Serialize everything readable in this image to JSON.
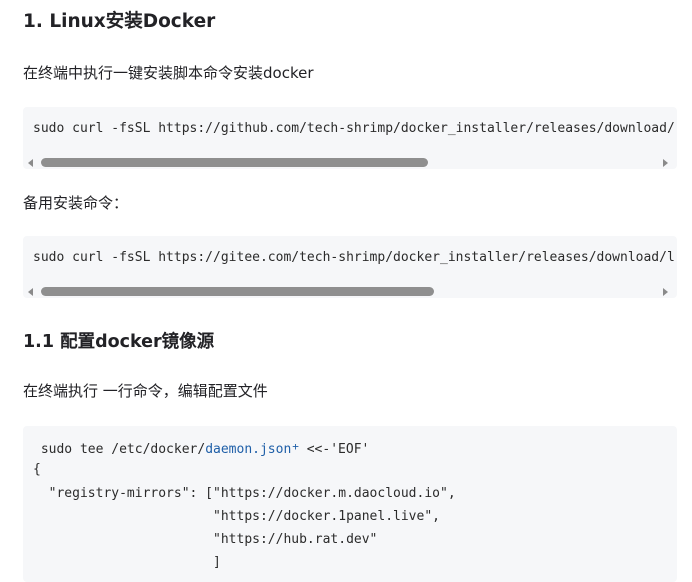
{
  "section1": {
    "heading": "1. Linux安装Docker",
    "intro": "在终端中执行一键安装脚本命令安装docker",
    "code1": "sudo curl -fsSL https://github.com/tech-shrimp/docker_installer/releases/download/",
    "code1_scroll": {
      "position": 0,
      "visible_fraction": 0.63
    },
    "backup_label": "备用安装命令：",
    "code2": "sudo curl -fsSL https://gitee.com/tech-shrimp/docker_installer/releases/download/l",
    "code2_scroll": {
      "position": 0,
      "visible_fraction": 0.64
    }
  },
  "section2": {
    "heading": "1.1 配置docker镜像源",
    "intro": "在终端执行 一行命令，编辑配置文件",
    "code": {
      "line1_pre": " sudo tee /etc/docker/",
      "line1_link": "daemon.json",
      "line1_link_mark": "+",
      "line1_post": " <<-'EOF'",
      "line2": "{",
      "line3": "  \"registry-mirrors\": [\"https://docker.m.daocloud.io\",",
      "line4": "                       \"https://docker.1panel.live\",",
      "line5": "                       \"https://hub.rat.dev\"",
      "line6": "                       ]"
    }
  },
  "colors": {
    "text": "#222226",
    "code_bg": "#f6f7f9",
    "link": "#1f5fa8",
    "scroll_thumb": "#8f8f8f"
  },
  "icons": {
    "scroll_left": "scroll-left-arrow-icon",
    "scroll_right": "scroll-right-arrow-icon"
  }
}
